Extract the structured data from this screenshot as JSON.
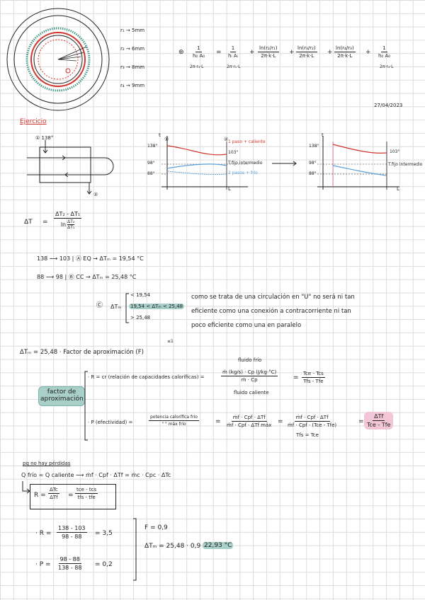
{
  "page": {
    "date": "27/04/2023",
    "section_title": "Ejercicio"
  },
  "radii": {
    "r1": "r₁ → 5mm",
    "r2": "r₂ → 6mm",
    "r3": "r₃ → 8mm",
    "r4": "r₄ → 9mm"
  },
  "resistance_eq": {
    "lhs_num": "1",
    "lhs_den": "h₀ A₀",
    "lhs_under": "2π·r₄·L",
    "t1_num": "1",
    "t1_den": "hᵢ Aᵢ",
    "t1_under": "2π·r₁·L",
    "t2_num": "ln(r₂/r₁)",
    "t2_den": "2π·k·L",
    "t3_num": "ln(r₃/r₂)",
    "t3_den": "2π·k·L",
    "t4_num": "ln(r₄/r₃)",
    "t4_den": "2π·k·L",
    "t5_num": "1",
    "t5_den": "h₀ A₀",
    "t5_under": "2π·r₄·L"
  },
  "exchanger": {
    "in_label": "① 138°",
    "out_label": "②",
    "graph1": {
      "y_axis": "t",
      "node1": "①",
      "node2": "②",
      "x_axis": "L",
      "tick_138": "138°",
      "tick_98": "98°",
      "tick_88": "88°",
      "hot_end": "103°",
      "red_caption": "1 paso + caliente",
      "blue_caption": "2 pasos + frío",
      "red_note": "T.fijo intermedio"
    },
    "graph2": {
      "y_axis": "t",
      "x_axis": "L",
      "tick_138": "138°",
      "tick_98": "98°",
      "tick_88": "88°",
      "hot_end": "103°",
      "note": "T.fijo intermedio"
    }
  },
  "lmtd": {
    "lhs": "ΔT",
    "num": "ΔT₂ - ΔT₁",
    "den_prefix": "ln",
    "den_num": "ΔT₂",
    "den_den": "ΔT₁"
  },
  "cases": {
    "a_line": "138 ⟶ 103 | Ⓐ EQ → ΔTₘ = 19,54 °C",
    "b_line": "88 ⟶ 98 | Ⓑ CC → ΔTₘ = 25,48 °C",
    "c_label": "Ⓒ",
    "c_lhs": "ΔTₘ",
    "c_top": "< 19,54",
    "c_mid": "19,54 < ΔTₘ < 25,48",
    "c_bot": "> 25,48",
    "c_comment_1": "como se trata de una circulación en \"U\" no será ni tan",
    "c_comment_2": "eficiente como una conexión a contracorriente ni tan",
    "c_comment_3": "poco eficiente como una en paralelo"
  },
  "factor": {
    "header": "ΔTₘ = 25,48 · Factor de aproximación (F)",
    "header_sup": "≤1",
    "box_label": "factor de aproximación",
    "r_text": "· R = cr (relación de capacidades caloríficas) =",
    "r_top": "fluido frío",
    "r_num": "ṁ (kg/s) · Cp (J/kg·°C)",
    "r_den": "ṁ · Cp",
    "r_bottom": "fluido caliente",
    "r_result_num": "Tce - Tcs",
    "r_result_den": "Tfs - Tfe",
    "p_text": "· P (efectividad) =",
    "p_num": "potencia calorífica frío",
    "p_den": "\" \" máx frío",
    "p_f2_num": "ṁf · Cpf · ΔTf",
    "p_f2_den": "ṁf · Cpf · ΔTf máx",
    "p_f3_num": "ṁf · Cpf · ΔTf",
    "p_f3_den": "ṁf · Cpf · (Tce - Tfe)",
    "p_f3_note": "Tfs = Tce",
    "p_f4_num": "ΔTf",
    "p_f4_den": "Tce - Tfe"
  },
  "balance": {
    "note": "pq no hay pérdidas",
    "line": "Q frío = Q caliente ⟶ ṁf · Cpf · ΔTf = ṁc · Cpc · ΔTc",
    "r_lhs": "R =",
    "r_f1_num": "ΔTc",
    "r_f1_den": "ΔTf",
    "r_f2_num": "tce - tcs",
    "r_f2_den": "tfs - tfe"
  },
  "results": {
    "r_lhs": "· R =",
    "r_num": "138 - 103",
    "r_den": "98 - 88",
    "r_val": "= 3,5",
    "p_lhs": "· P =",
    "p_num": "98 - 88",
    "p_den": "138 - 88",
    "p_val": "= 0,2",
    "f_line": "F = 0,9",
    "dt_line": "ΔTₘ = 25,48 · 0,9 =",
    "dt_val": "22,93 °C"
  },
  "colors": {
    "hot": "#d0342c",
    "cold": "#5aa0dc",
    "teal_highlight": "#a8cfc8",
    "pink_highlight": "#f2c6d6",
    "grid": "#dcdcdc"
  }
}
